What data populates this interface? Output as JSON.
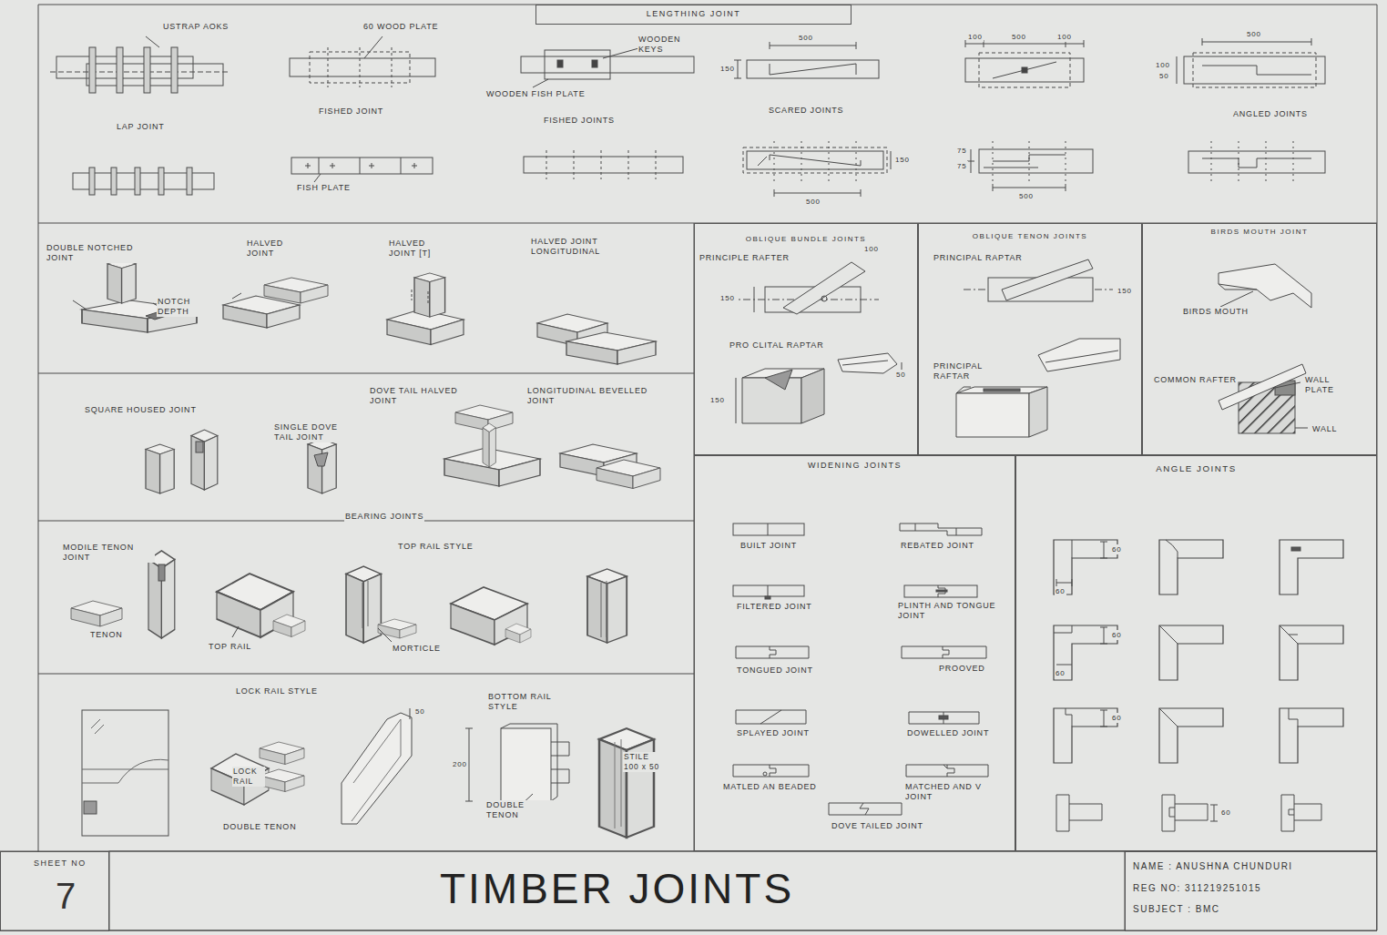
{
  "diagram": {
    "title": "TIMBER JOINTS",
    "nodes": [
      {
        "text": [
          "LENGTHING JOINT"
        ]
      },
      {
        "text": [
          "OBLIQUE BUNDLE JOINTS"
        ]
      },
      {
        "text": [
          "OBLIQUE TENON JOINTS"
        ]
      },
      {
        "text": [
          "BIRDS MOUTH JOINT"
        ]
      },
      {
        "text": [
          "WIDENING JOINTS"
        ]
      },
      {
        "text": [
          "ANGLE JOINTS"
        ]
      },
      {
        "text": [
          "SHEET NO",
          "7"
        ]
      },
      {
        "text": [
          "NAME : ANUSHNA CHUNDURI",
          "REG NO: 311219251015",
          "SUBJECT : BMC"
        ]
      }
    ],
    "labels": [
      "USTRAP AOKS",
      "60 WOOD PLATE",
      "WOODEN KEYS",
      "WOODEN FISH PLATE",
      "LAP JOINT",
      "FISHED JOINT",
      "FISH PLATE",
      "FISHED JOINTS",
      "SCARED JOINTS",
      "500",
      "150",
      "150",
      "500",
      "100",
      "500",
      "100",
      "75",
      "75",
      "500",
      "ANGLED JOINTS",
      "500",
      "100",
      "50",
      "DOUBLE NOTCHED JOINT",
      "NOTCH DEPTH",
      "HALVED JOINT",
      "HALVED JOINT [T]",
      "HALVED JOINT LONGITUDINAL",
      "PRINCIPLE RAFTER",
      "100",
      "150",
      "PRO CLITAL RAPTAR",
      "50",
      "150",
      "PRINCIPAL RAPTAR",
      "150",
      "PRINCIPAL RAFTAR",
      "BIRDS MOUTH",
      "COMMON RAFTER",
      "WALL PLATE",
      "WALL",
      "SQUARE HOUSED JOINT",
      "SINGLE DOVE TAIL JOINT",
      "DOVE TAIL HALVED JOINT",
      "LONGITUDINAL BEVELLED JOINT",
      "BEARING JOINTS",
      "MODILE TENON JOINT",
      "TOP RAIL STYLE",
      "TENON",
      "TOP RAIL",
      "MORTICLE",
      "LOCK RAIL STYLE",
      "LOCK RAIL",
      "DOUBLE TENON",
      "50",
      "BOTTOM RAIL STYLE",
      "200",
      "DOUBLE TENON",
      "STILE 100 x 50",
      "BUILT JOINT",
      "REBATED JOINT",
      "FILTERED JOINT",
      "PLINTH AND TONGUE JOINT",
      "TONGUED JOINT",
      "PROOVED",
      "SPLAYED JOINT",
      "DOWELLED JOINT",
      "MATLED AN BEADED",
      "MATCHED AND V JOINT",
      "DOVE TAILED JOINT",
      "60",
      "60",
      "60",
      "60",
      "60",
      "60"
    ]
  }
}
